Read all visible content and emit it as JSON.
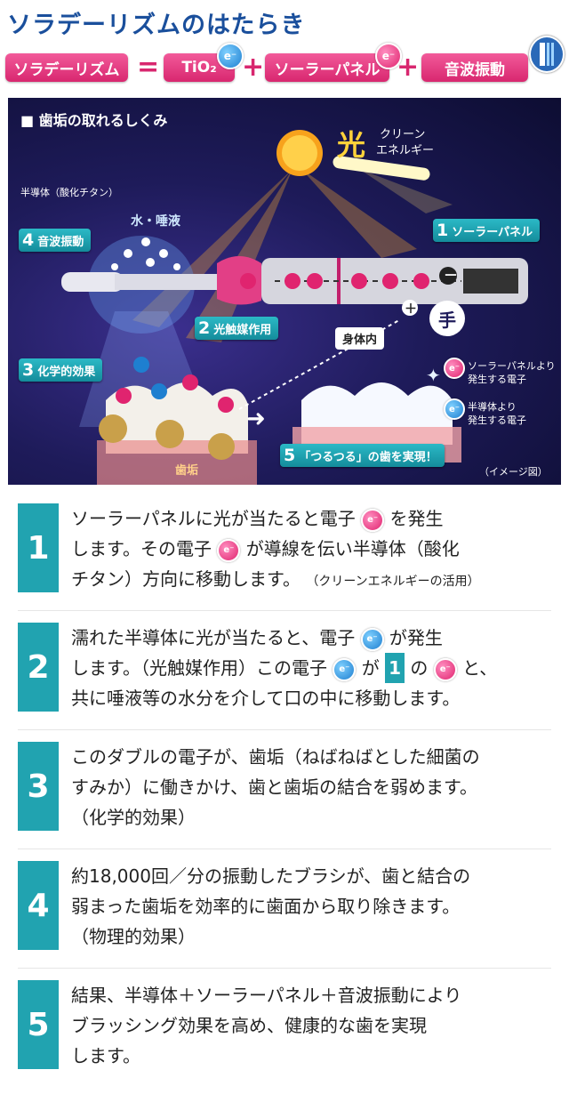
{
  "title": "ソラデーリズムのはたらき",
  "formula": {
    "term1": "ソラデーリズム",
    "equals": "=",
    "term2": "TiO₂",
    "plus1": "+",
    "term3": "ソーラーパネル",
    "plus2": "+",
    "term4": "音波振動",
    "electron_symbol": "e⁻"
  },
  "panel": {
    "title": "■ 歯垢の取れるしくみ",
    "light_label": "光",
    "light_sub1": "クリーン",
    "light_sub2": "エネルギー",
    "semiconductor_label": "半導体（酸化チタン）",
    "water_saliva": "水・唾液",
    "tag1_num": "1",
    "tag1": "ソーラーパネル",
    "tag2_num": "2",
    "tag2": "光触媒作用",
    "tag3_num": "3",
    "tag3": "化学的効果",
    "tag4_num": "4",
    "tag4": "音波振動",
    "tag5_num": "5",
    "tag5": "「つるつる」の歯を実現！",
    "hand_label": "手",
    "body_label": "身体内",
    "plaque_label": "歯垢",
    "legend_pink_1": "ソーラーパネルより",
    "legend_pink_2": "発生する電子",
    "legend_blue_1": "半導体より",
    "legend_blue_2": "発生する電子",
    "image_note": "（イメージ図）",
    "minus_sign": "－",
    "plus_sign": "＋",
    "sparkle": "✦",
    "arrow": "➜"
  },
  "steps": [
    {
      "num": "1",
      "lines": [
        "ソーラーパネルに光が当たると電子",
        "を発生",
        "します。その電子",
        "が導線を伝い半導体（酸化",
        "チタン）方向に移動します。",
        "（クリーンエネルギーの活用）"
      ]
    },
    {
      "num": "2",
      "lines": [
        "濡れた半導体に光が当たると、電子",
        "が発生",
        "します。（光触媒作用）この電子",
        "が",
        "の",
        "と、",
        "共に唾液等の水分を介して口の中に移動します。"
      ]
    },
    {
      "num": "3",
      "lines": [
        "このダブルの電子が、歯垢（ねばねばとした細菌の",
        "すみか）に働きかけ、歯と歯垢の結合を弱めます。",
        "（化学的効果）"
      ]
    },
    {
      "num": "4",
      "lines": [
        "約18,000回／分の振動したブラシが、歯と結合の",
        "弱まった歯垢を効率的に歯面から取り除きます。",
        "（物理的効果）"
      ]
    },
    {
      "num": "5",
      "lines": [
        "結果、半導体＋ソーラーパネル＋音波振動により",
        "ブラッシング効果を高め、健康的な歯を実現",
        "します。"
      ]
    }
  ],
  "colors": {
    "teal": "#21a3b0",
    "pink": "#d8276f",
    "blue": "#1a4f9c"
  }
}
